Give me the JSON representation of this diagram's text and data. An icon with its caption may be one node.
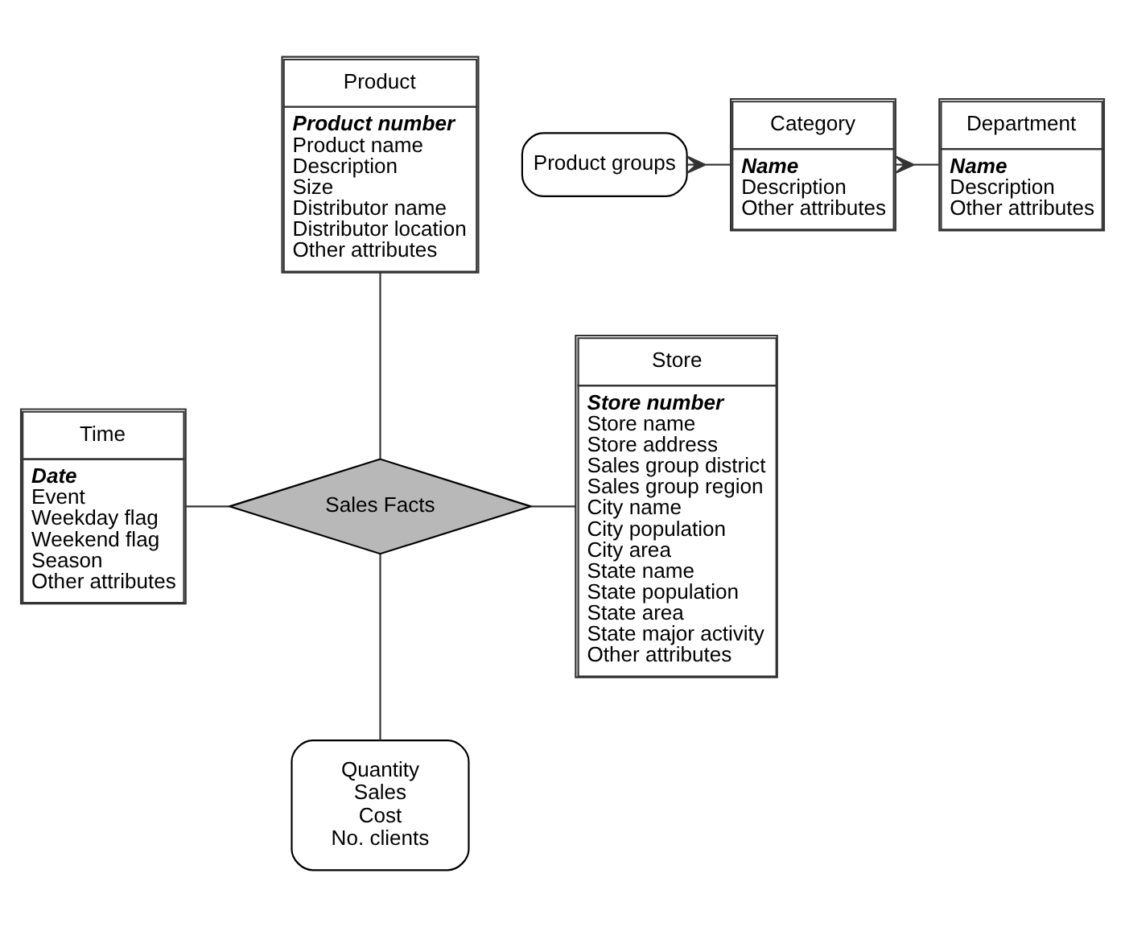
{
  "diagram": {
    "nodes": [
      {
        "text": [
          "Product",
          "Product number",
          "Product name",
          "Description",
          "Size",
          "Distributor name",
          "Distributor location",
          "Other attributes"
        ]
      },
      {
        "text": [
          "Product groups"
        ]
      },
      {
        "text": [
          "Category",
          "Name",
          "Description",
          "Other attributes"
        ]
      },
      {
        "text": [
          "Department",
          "Name",
          "Description",
          "Other attributes"
        ]
      },
      {
        "text": [
          "Store",
          "Store number",
          "Store name",
          "Store address",
          "Sales group district",
          "Sales group region",
          "City name",
          "City population",
          "City area",
          "State name",
          "State population",
          "State area",
          "State major activity",
          "Other attributes"
        ]
      },
      {
        "text": [
          "Time",
          "Date",
          "Event",
          "Weekday flag",
          "Weekend flag",
          "Season",
          "Other attributes"
        ]
      },
      {
        "text": [
          "Sales Facts"
        ]
      },
      {
        "text": [
          "Quantity",
          "Sales",
          "Cost",
          "No. clients"
        ]
      }
    ],
    "edges": [
      {
        "from": 1,
        "to": 2,
        "arrow": "other"
      },
      {
        "from": 2,
        "to": 3,
        "arrow": "other"
      },
      {
        "from": 0,
        "to": 6,
        "arrow": "none"
      },
      {
        "from": 5,
        "to": 6,
        "arrow": "none"
      },
      {
        "from": 6,
        "to": 4,
        "arrow": "none"
      },
      {
        "from": 6,
        "to": 7,
        "arrow": "none"
      }
    ]
  }
}
